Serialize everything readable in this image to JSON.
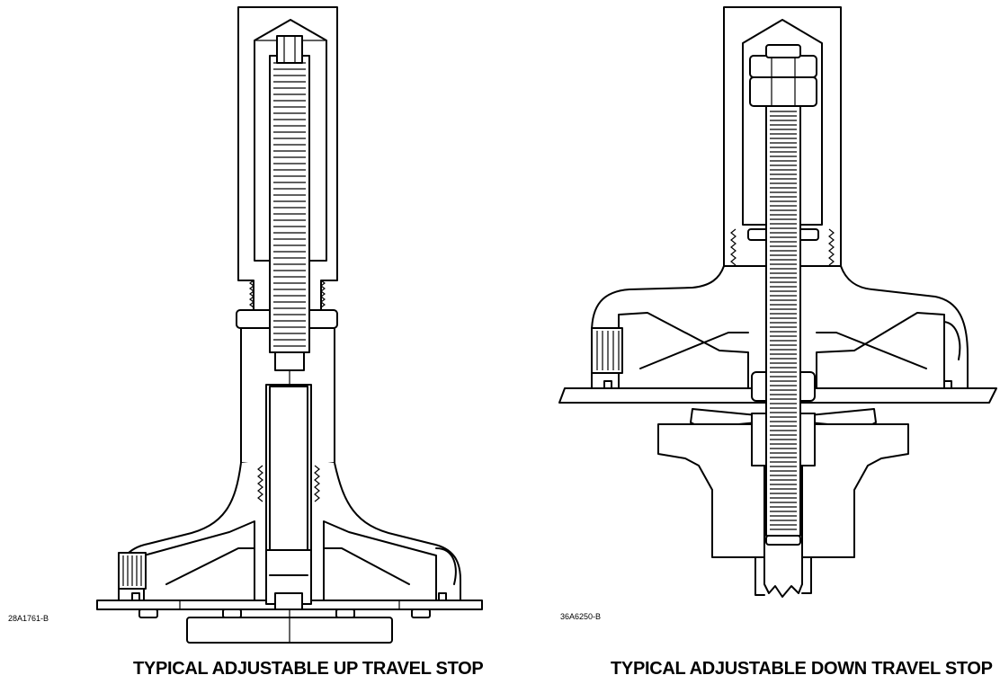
{
  "figures": [
    {
      "caption": "TYPICAL ADJUSTABLE UP TRAVEL STOP",
      "drawing_number": "28A1761-B"
    },
    {
      "caption": "TYPICAL ADJUSTABLE DOWN TRAVEL STOP",
      "drawing_number": "36A6250-B"
    }
  ]
}
